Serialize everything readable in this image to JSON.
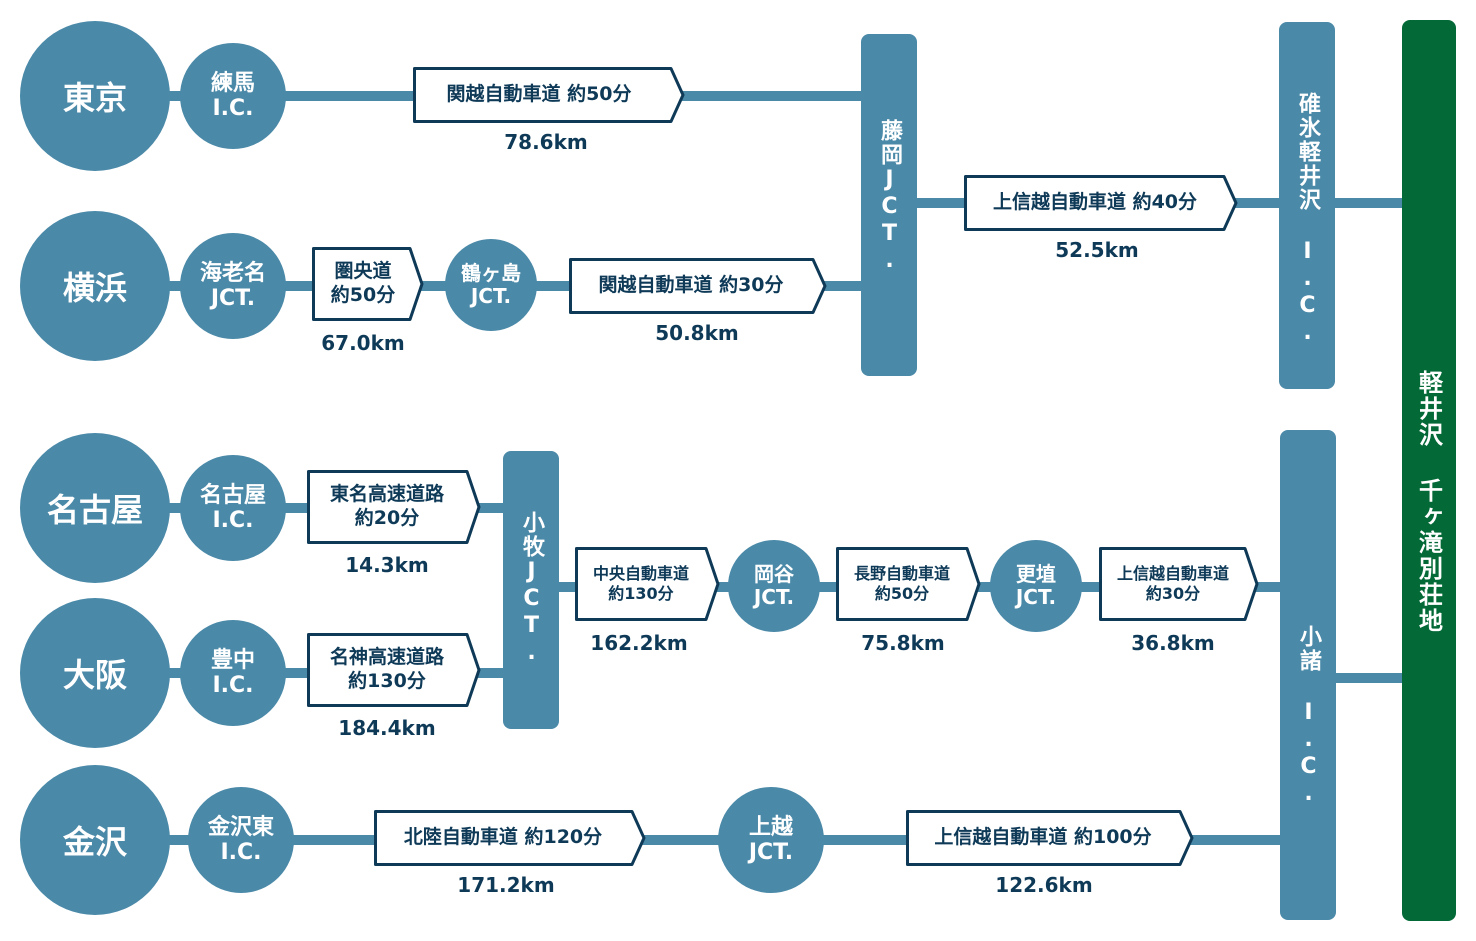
{
  "colors": {
    "node": "#4a89a8",
    "destination": "#036937",
    "road_border": "#0e3a58",
    "road_text": "#0e3a58"
  },
  "origins": {
    "tokyo": "東京",
    "yokohama": "横浜",
    "nagoya": "名古屋",
    "osaka": "大阪",
    "kanazawa": "金沢"
  },
  "nodes": {
    "nerima": "練馬\nI.C.",
    "ebina": "海老名\nJCT.",
    "tsurugashima": "鶴ヶ島\nJCT.",
    "nagoya_ic": "名古屋\nI.C.",
    "toyonaka": "豊中\nI.C.",
    "okaya": "岡谷\nJCT.",
    "koshoku": "更埴\nJCT.",
    "kanazawa_higashi": "金沢東\nI.C.",
    "joetsu": "上越\nJCT."
  },
  "bars": {
    "fujioka": "藤岡JCT.",
    "usui": "碓氷軽井沢 I.C.",
    "komaki": "小牧JCT.",
    "komoro": "小諸 I.C."
  },
  "destination": "軽井沢 千ヶ滝別荘地",
  "roads": [
    {
      "label": "関越自動車道 約50分",
      "distance": "78.6km"
    },
    {
      "label": "上信越自動車道 約40分",
      "distance": "52.5km"
    },
    {
      "label": "圏央道\n約50分",
      "distance": "67.0km"
    },
    {
      "label": "関越自動車道 約30分",
      "distance": "50.8km"
    },
    {
      "label": "東名高速道路\n約20分",
      "distance": "14.3km"
    },
    {
      "label": "名神高速道路\n約130分",
      "distance": "184.4km"
    },
    {
      "label": "中央自動車道\n約130分",
      "distance": "162.2km"
    },
    {
      "label": "長野自動車道\n約50分",
      "distance": "75.8km"
    },
    {
      "label": "上信越自動車道\n約30分",
      "distance": "36.8km"
    },
    {
      "label": "北陸自動車道 約120分",
      "distance": "171.2km"
    },
    {
      "label": "上信越自動車道 約100分",
      "distance": "122.6km"
    }
  ]
}
